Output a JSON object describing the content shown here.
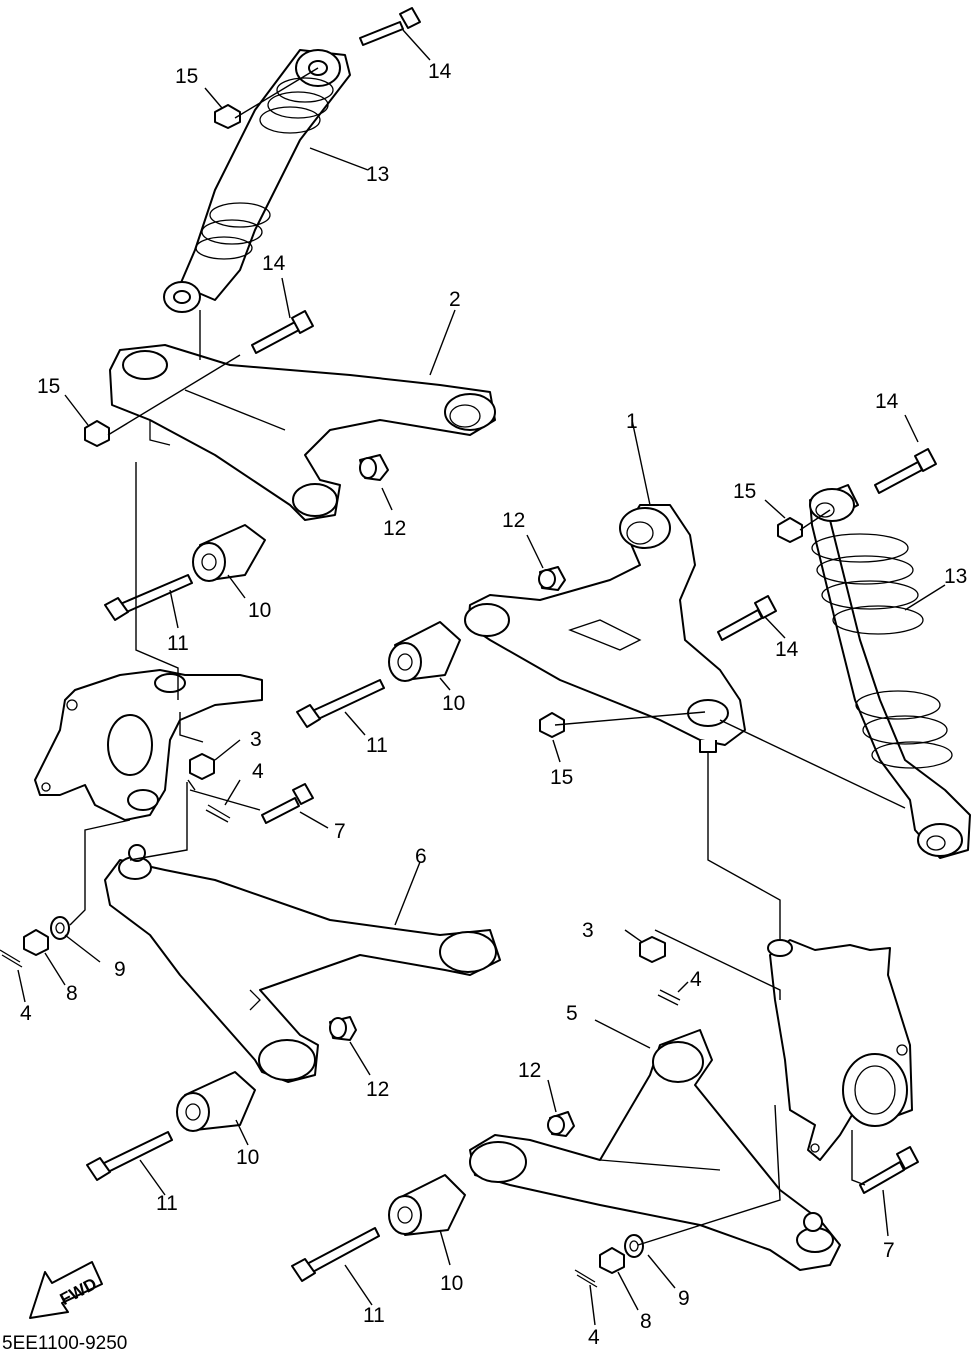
{
  "diagram": {
    "drawing_code": "5EE1100-9250",
    "direction_label": "FWD",
    "callouts": {
      "c1": "1",
      "c2": "2",
      "c3a": "3",
      "c3b": "3",
      "c4a": "4",
      "c4b": "4",
      "c4c": "4",
      "c4d": "4",
      "c5": "5",
      "c6": "6",
      "c7a": "7",
      "c7b": "7",
      "c8a": "8",
      "c8b": "8",
      "c9a": "9",
      "c9b": "9",
      "c10a": "10",
      "c10b": "10",
      "c10c": "10",
      "c10d": "10",
      "c11a": "11",
      "c11b": "11",
      "c11c": "11",
      "c11d": "11",
      "c12a": "12",
      "c12b": "12",
      "c12c": "12",
      "c12d": "12",
      "c13a": "13",
      "c13b": "13",
      "c14a": "14",
      "c14b": "14",
      "c14c": "14",
      "c14d": "14",
      "c15a": "15",
      "c15b": "15",
      "c15c": "15",
      "c15d": "15"
    }
  }
}
